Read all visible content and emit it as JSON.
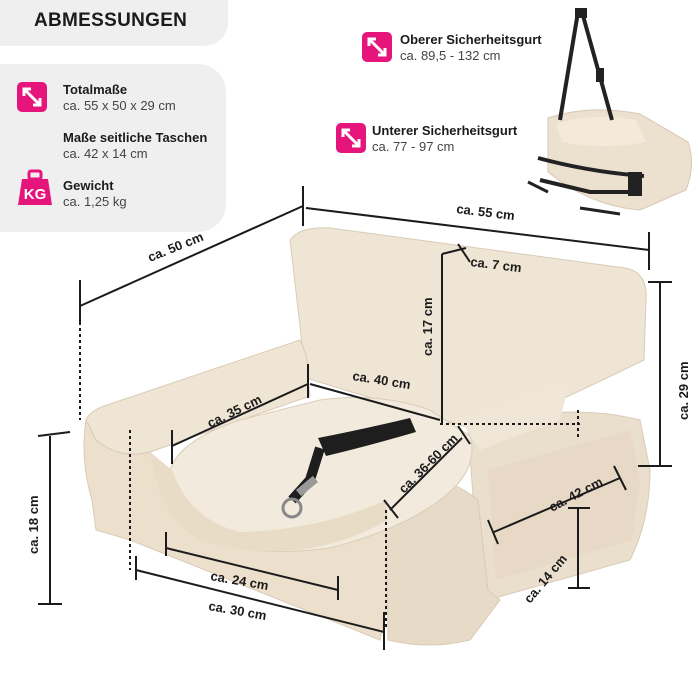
{
  "title": "ABMESSUNGEN",
  "specs": [
    {
      "label": "Totalmaße",
      "value": "ca. 55 x 50 x 29 cm",
      "icon": "diagonal-arrow-icon"
    },
    {
      "label": "Maße seitliche Taschen",
      "value": "ca. 42 x 14 cm"
    },
    {
      "label": "Gewicht",
      "value": "ca. 1,25 kg",
      "icon": "weight-kg-icon",
      "icon_text": "KG"
    }
  ],
  "belts": [
    {
      "label": "Oberer Sicherheitsgurt",
      "value": "ca. 89,5 - 132 cm"
    },
    {
      "label": "Unterer Sicherheitsgurt",
      "value": "ca. 77 - 97 cm"
    }
  ],
  "dimensions": {
    "depth": "ca. 50 cm",
    "width": "ca. 55 cm",
    "back_thickness": "ca. 7 cm",
    "back_height": "ca. 17 cm",
    "total_height": "ca. 29 cm",
    "inner_depth": "ca. 35 cm",
    "inner_width": "ca. 40 cm",
    "seat_width": "ca. 36-60 cm",
    "pocket_width": "ca. 42 cm",
    "pocket_height": "ca. 14 cm",
    "side_height": "ca. 18 cm",
    "front_inner": "ca. 24 cm",
    "front_width": "ca. 30 cm"
  },
  "colors": {
    "accent": "#e6157c",
    "bed": "#efe4d3",
    "panel": "#efefef"
  }
}
